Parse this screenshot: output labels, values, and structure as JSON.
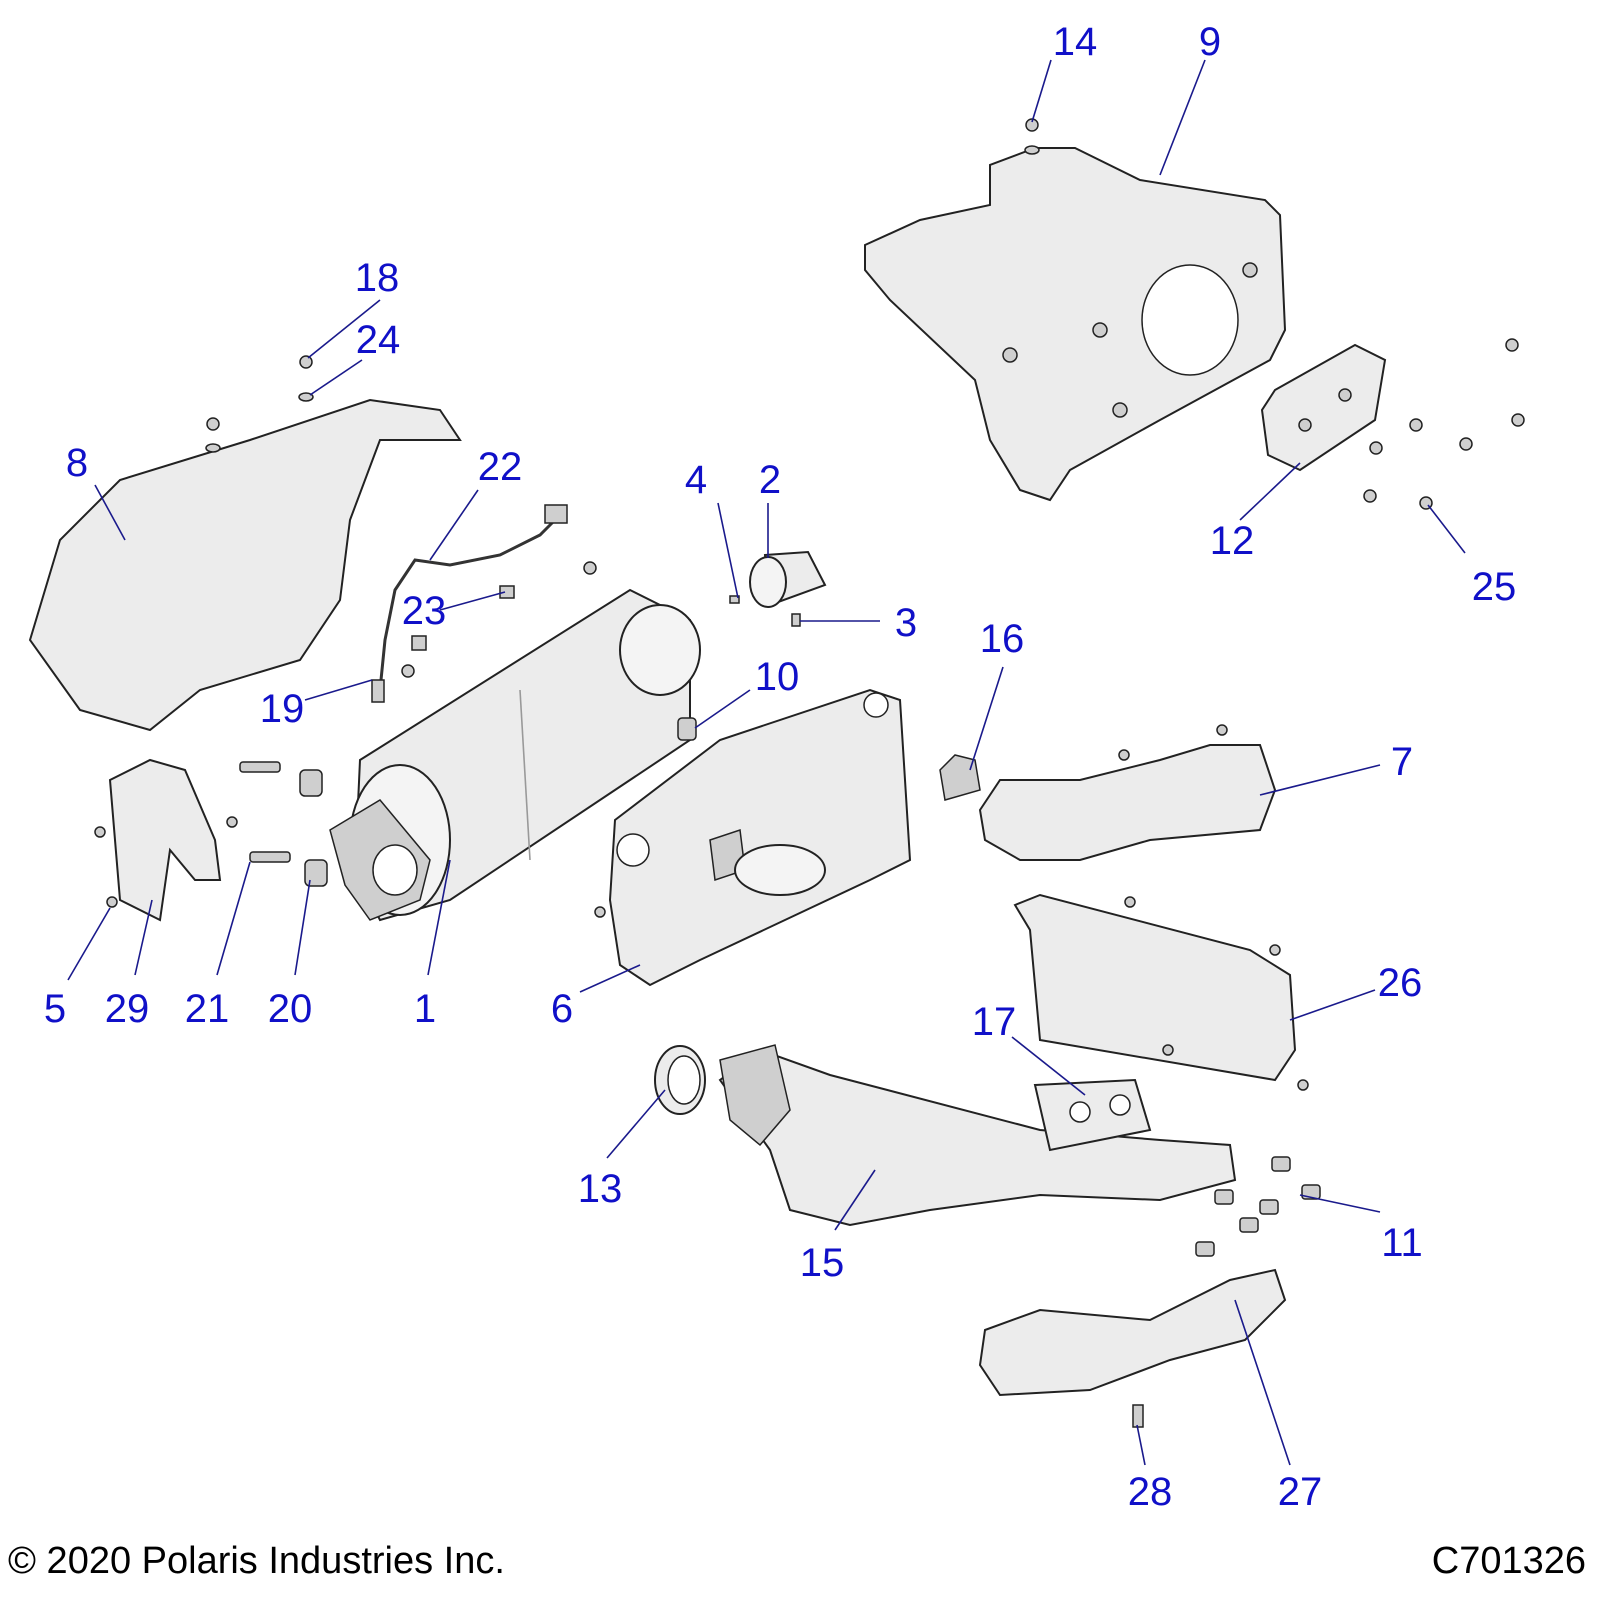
{
  "diagram": {
    "title": "Exhaust System Exploded View",
    "callout_color": "#1010c8",
    "callouts": [
      {
        "id": "1",
        "label": "1",
        "part": "catalytic-converter-muffler"
      },
      {
        "id": "2",
        "label": "2",
        "part": "tailpipe-outlet"
      },
      {
        "id": "3",
        "label": "3",
        "part": "outlet-screw"
      },
      {
        "id": "4",
        "label": "4",
        "part": "small-nut"
      },
      {
        "id": "5",
        "label": "5",
        "part": "bolt"
      },
      {
        "id": "6",
        "label": "6",
        "part": "muffler-heat-shield"
      },
      {
        "id": "7",
        "label": "7",
        "part": "exhaust-manifold-upper"
      },
      {
        "id": "8",
        "label": "8",
        "part": "upper-heat-shield"
      },
      {
        "id": "9",
        "label": "9",
        "part": "rear-heat-shield"
      },
      {
        "id": "10",
        "label": "10",
        "part": "spring"
      },
      {
        "id": "11",
        "label": "11",
        "part": "manifold-nut"
      },
      {
        "id": "12",
        "label": "12",
        "part": "cover-plate"
      },
      {
        "id": "13",
        "label": "13",
        "part": "exhaust-seal"
      },
      {
        "id": "14",
        "label": "14",
        "part": "shield-bolt"
      },
      {
        "id": "15",
        "label": "15",
        "part": "exhaust-pipe"
      },
      {
        "id": "16",
        "label": "16",
        "part": "grommet"
      },
      {
        "id": "17",
        "label": "17",
        "part": "manifold-gasket"
      },
      {
        "id": "18",
        "label": "18",
        "part": "shield-bolt-upper"
      },
      {
        "id": "19",
        "label": "19",
        "part": "oxygen-sensor"
      },
      {
        "id": "20",
        "label": "20",
        "part": "mount-spring"
      },
      {
        "id": "21",
        "label": "21",
        "part": "mount-bolt"
      },
      {
        "id": "22",
        "label": "22",
        "part": "sensor-harness"
      },
      {
        "id": "23",
        "label": "23",
        "part": "harness-clip"
      },
      {
        "id": "24",
        "label": "24",
        "part": "washer"
      },
      {
        "id": "25",
        "label": "25",
        "part": "plate-screw"
      },
      {
        "id": "26",
        "label": "26",
        "part": "manifold-heat-shield"
      },
      {
        "id": "27",
        "label": "27",
        "part": "lower-heat-shield"
      },
      {
        "id": "28",
        "label": "28",
        "part": "lower-shield-bolt"
      },
      {
        "id": "29",
        "label": "29",
        "part": "small-heat-shield"
      }
    ]
  },
  "footer": {
    "copyright": "© 2020 Polaris Industries Inc.",
    "figure_id": "C701326"
  }
}
